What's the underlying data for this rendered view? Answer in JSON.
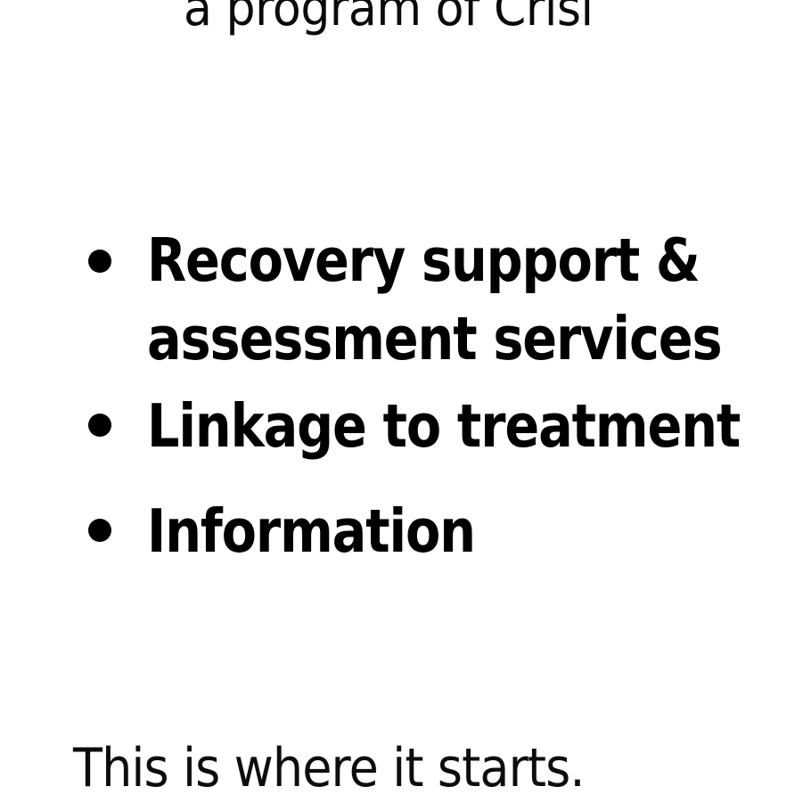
{
  "slide": {
    "background_color": "#ffffff",
    "text_color": "#000000",
    "header": {
      "text": "a program of Crisi",
      "note_clipped": "clipped at top and right edge of frame"
    },
    "bullets": [
      {
        "text": "Recovery support & assessment services",
        "marker": "bullet-dot"
      },
      {
        "text": "Linkage to treatment",
        "marker": "bullet-dot"
      },
      {
        "text": "Information",
        "marker": "bullet-dot"
      }
    ],
    "closing": {
      "text": "This is where it starts."
    }
  }
}
